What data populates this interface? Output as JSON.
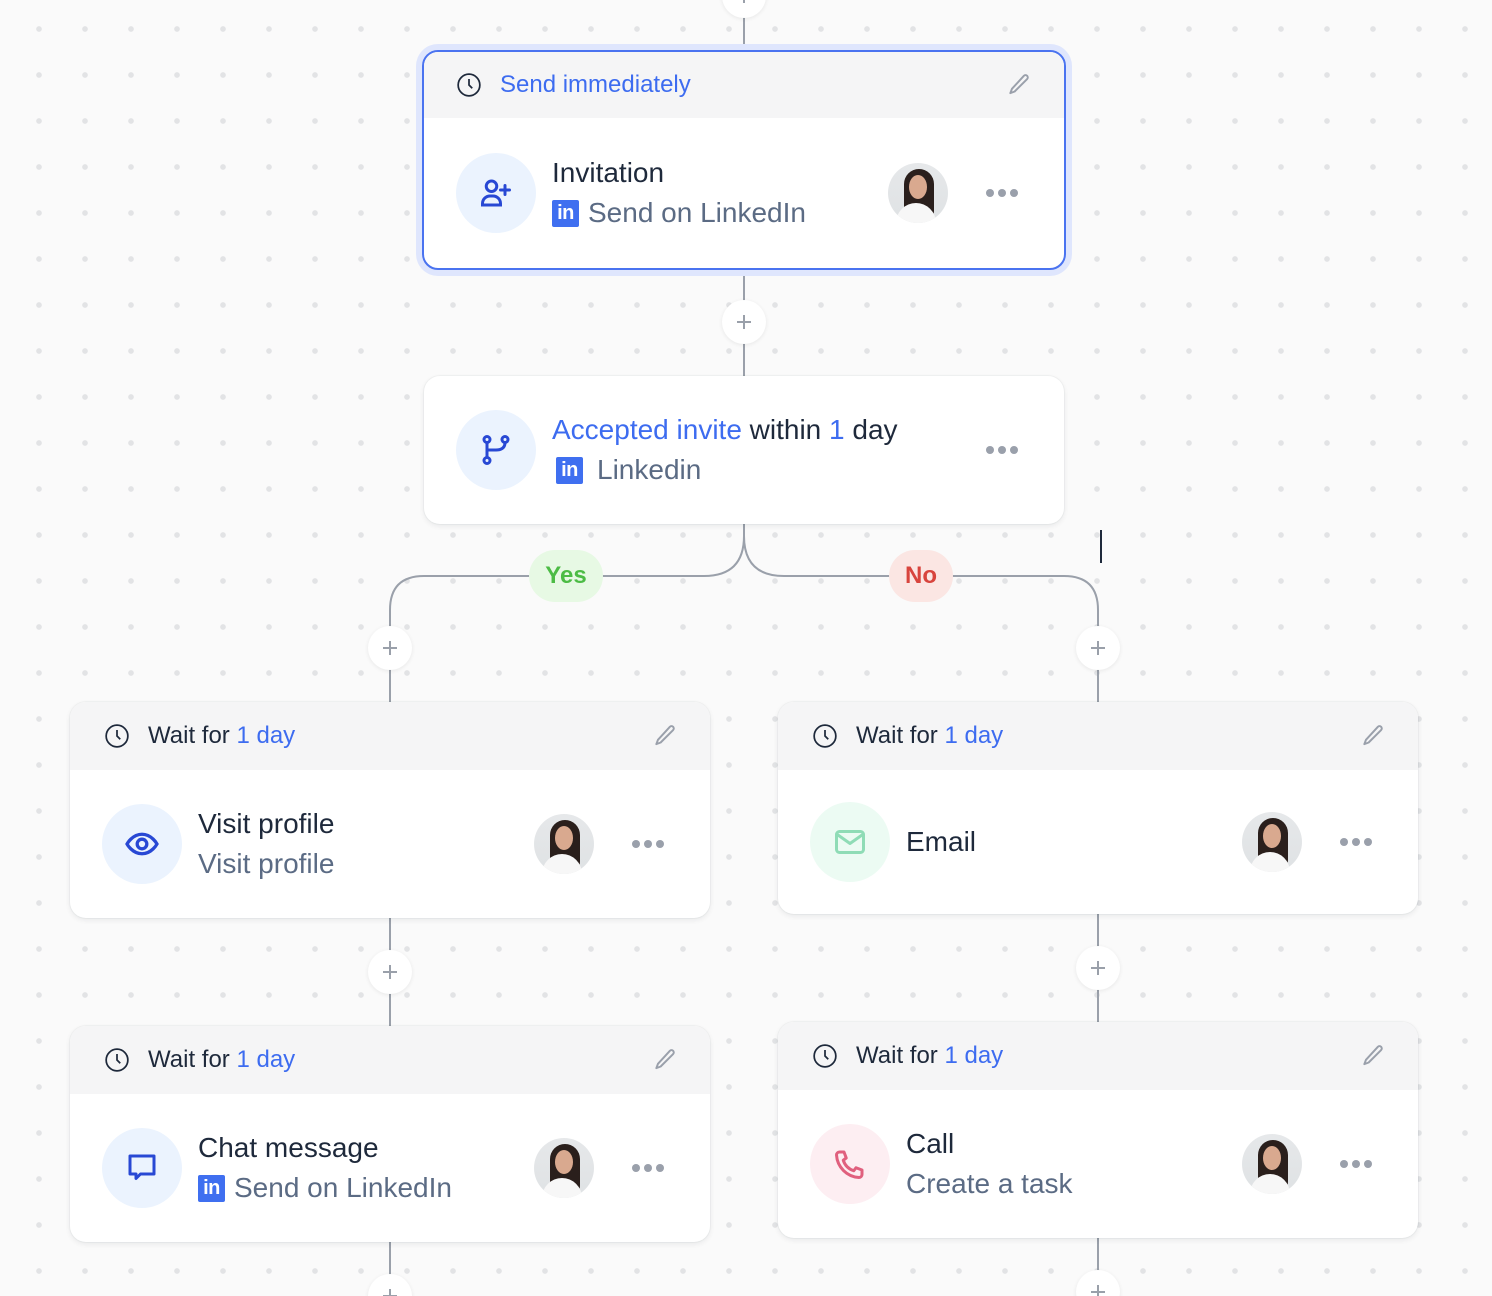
{
  "top_step": {
    "header": "Send immediately",
    "title": "Invitation",
    "channel_badge": "in",
    "subtitle": "Send on LinkedIn",
    "icon": "user-plus-icon",
    "selected": true
  },
  "condition_step": {
    "title_accent": "Accepted invite",
    "title_mid": " within ",
    "title_number": "1",
    "title_end": " day",
    "channel_badge": "in",
    "subtitle": "Linkedin",
    "icon": "git-branch-icon"
  },
  "branches": {
    "yes_label": "Yes",
    "no_label": "No"
  },
  "yes_branch": [
    {
      "header_prefix": "Wait for ",
      "header_value": "1 day",
      "title": "Visit profile",
      "subtitle": "Visit profile",
      "icon": "eye-icon"
    },
    {
      "header_prefix": "Wait for ",
      "header_value": "1 day",
      "title": "Chat message",
      "channel_badge": "in",
      "subtitle": "Send on LinkedIn",
      "icon": "chat-bubble-icon"
    }
  ],
  "no_branch": [
    {
      "header_prefix": "Wait for ",
      "header_value": "1 day",
      "title": "Email",
      "icon": "mail-icon"
    },
    {
      "header_prefix": "Wait for ",
      "header_value": "1 day",
      "title": "Call",
      "subtitle": "Create a task",
      "icon": "phone-icon"
    }
  ],
  "colors": {
    "accent": "#3d6cf0",
    "selected_border": "#4a73f0",
    "yes_text": "#4cbc45",
    "yes_bg": "#e7f9e4",
    "no_text": "#d8443d",
    "no_bg": "#fbe6e3",
    "connector": "#9aa0aa",
    "linkedin": "#3f6ff0",
    "email_icon": "#8fdcb6",
    "call_icon": "#e0607e"
  }
}
